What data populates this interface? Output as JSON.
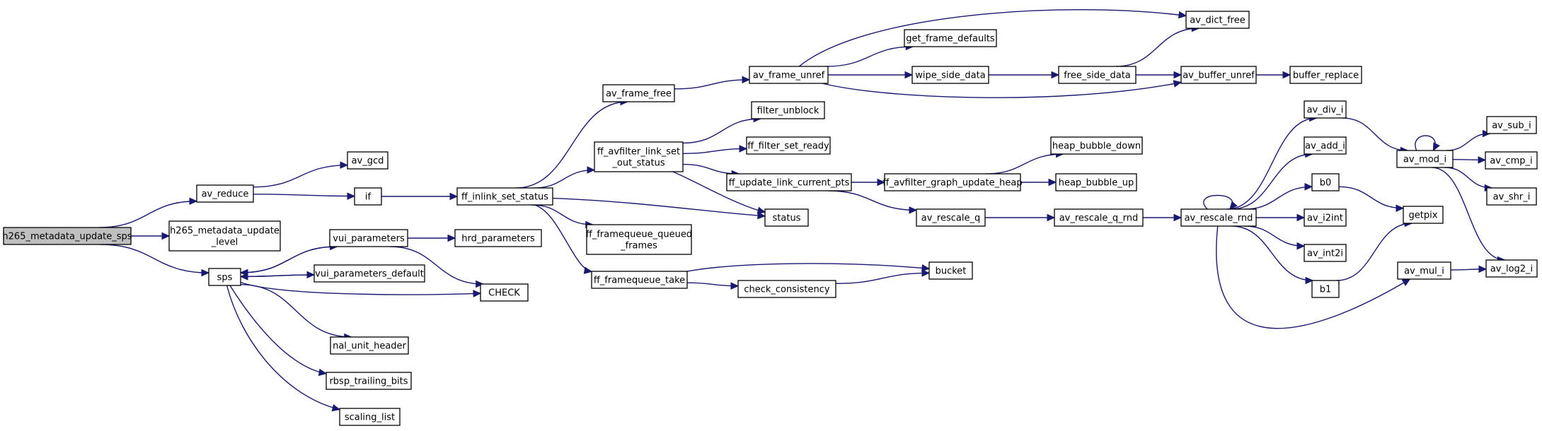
{
  "graph": {
    "nodes": [
      {
        "id": "root",
        "lines": [
          "h265_metadata_update_sps"
        ],
        "root": true
      },
      {
        "id": "av_reduce",
        "lines": [
          "av_reduce"
        ]
      },
      {
        "id": "h265_level",
        "lines": [
          "h265_metadata_update",
          "_level"
        ]
      },
      {
        "id": "sps",
        "lines": [
          "sps"
        ]
      },
      {
        "id": "av_gcd",
        "lines": [
          "av_gcd"
        ]
      },
      {
        "id": "if",
        "lines": [
          "if"
        ]
      },
      {
        "id": "vui_parameters",
        "lines": [
          "vui_parameters"
        ]
      },
      {
        "id": "vui_parameters_default",
        "lines": [
          "vui_parameters_default"
        ]
      },
      {
        "id": "hrd_parameters",
        "lines": [
          "hrd_parameters"
        ]
      },
      {
        "id": "CHECK",
        "lines": [
          "CHECK"
        ]
      },
      {
        "id": "nal_unit_header",
        "lines": [
          "nal_unit_header"
        ]
      },
      {
        "id": "rbsp_trailing_bits",
        "lines": [
          "rbsp_trailing_bits"
        ]
      },
      {
        "id": "scaling_list",
        "lines": [
          "scaling_list"
        ]
      },
      {
        "id": "ff_inlink_set_status",
        "lines": [
          "ff_inlink_set_status"
        ]
      },
      {
        "id": "av_frame_free",
        "lines": [
          "av_frame_free"
        ]
      },
      {
        "id": "ff_avfilter_link_set_out_status",
        "lines": [
          "ff_avfilter_link_set",
          "_out_status"
        ]
      },
      {
        "id": "ff_framequeue_queued_frames",
        "lines": [
          "ff_framequeue_queued",
          "_frames"
        ]
      },
      {
        "id": "ff_framequeue_take",
        "lines": [
          "ff_framequeue_take"
        ]
      },
      {
        "id": "av_frame_unref",
        "lines": [
          "av_frame_unref"
        ]
      },
      {
        "id": "filter_unblock",
        "lines": [
          "filter_unblock"
        ]
      },
      {
        "id": "ff_filter_set_ready",
        "lines": [
          "ff_filter_set_ready"
        ]
      },
      {
        "id": "ff_update_link_current_pts",
        "lines": [
          "ff_update_link_current_pts"
        ]
      },
      {
        "id": "status",
        "lines": [
          "status"
        ]
      },
      {
        "id": "check_consistency",
        "lines": [
          "check_consistency"
        ]
      },
      {
        "id": "bucket",
        "lines": [
          "bucket"
        ]
      },
      {
        "id": "get_frame_defaults",
        "lines": [
          "get_frame_defaults"
        ]
      },
      {
        "id": "wipe_side_data",
        "lines": [
          "wipe_side_data"
        ]
      },
      {
        "id": "free_side_data",
        "lines": [
          "free_side_data"
        ]
      },
      {
        "id": "av_dict_free",
        "lines": [
          "av_dict_free"
        ]
      },
      {
        "id": "av_buffer_unref",
        "lines": [
          "av_buffer_unref"
        ]
      },
      {
        "id": "buffer_replace",
        "lines": [
          "buffer_replace"
        ]
      },
      {
        "id": "ff_avfilter_graph_update_heap",
        "lines": [
          "ff_avfilter_graph_update_heap"
        ]
      },
      {
        "id": "heap_bubble_down",
        "lines": [
          "heap_bubble_down"
        ]
      },
      {
        "id": "heap_bubble_up",
        "lines": [
          "heap_bubble_up"
        ]
      },
      {
        "id": "av_rescale_q",
        "lines": [
          "av_rescale_q"
        ]
      },
      {
        "id": "av_rescale_q_rnd",
        "lines": [
          "av_rescale_q_rnd"
        ]
      },
      {
        "id": "av_rescale_rnd",
        "lines": [
          "av_rescale_rnd"
        ]
      },
      {
        "id": "av_div_i",
        "lines": [
          "av_div_i"
        ]
      },
      {
        "id": "av_add_i",
        "lines": [
          "av_add_i"
        ]
      },
      {
        "id": "b0",
        "lines": [
          "b0"
        ]
      },
      {
        "id": "av_i2int",
        "lines": [
          "av_i2int"
        ]
      },
      {
        "id": "av_int2i",
        "lines": [
          "av_int2i"
        ]
      },
      {
        "id": "b1",
        "lines": [
          "b1"
        ]
      },
      {
        "id": "av_mod_i",
        "lines": [
          "av_mod_i"
        ]
      },
      {
        "id": "getpix",
        "lines": [
          "getpix"
        ]
      },
      {
        "id": "av_mul_i",
        "lines": [
          "av_mul_i"
        ]
      },
      {
        "id": "av_sub_i",
        "lines": [
          "av_sub_i"
        ]
      },
      {
        "id": "av_cmp_i",
        "lines": [
          "av_cmp_i"
        ]
      },
      {
        "id": "av_shr_i",
        "lines": [
          "av_shr_i"
        ]
      },
      {
        "id": "av_log2_i",
        "lines": [
          "av_log2_i"
        ]
      }
    ],
    "edges": [
      [
        "root",
        "av_reduce"
      ],
      [
        "root",
        "h265_level"
      ],
      [
        "root",
        "sps"
      ],
      [
        "av_reduce",
        "av_gcd"
      ],
      [
        "av_reduce",
        "if"
      ],
      [
        "if",
        "ff_inlink_set_status"
      ],
      [
        "sps",
        "vui_parameters"
      ],
      [
        "sps",
        "vui_parameters_default"
      ],
      [
        "sps",
        "CHECK"
      ],
      [
        "sps",
        "nal_unit_header"
      ],
      [
        "sps",
        "rbsp_trailing_bits"
      ],
      [
        "sps",
        "scaling_list"
      ],
      [
        "vui_parameters",
        "sps"
      ],
      [
        "vui_parameters",
        "hrd_parameters"
      ],
      [
        "vui_parameters",
        "CHECK"
      ],
      [
        "vui_parameters_default",
        "sps"
      ],
      [
        "ff_inlink_set_status",
        "av_frame_free"
      ],
      [
        "ff_inlink_set_status",
        "ff_avfilter_link_set_out_status"
      ],
      [
        "ff_inlink_set_status",
        "ff_framequeue_queued_frames"
      ],
      [
        "ff_inlink_set_status",
        "ff_framequeue_take"
      ],
      [
        "ff_inlink_set_status",
        "status"
      ],
      [
        "av_frame_free",
        "av_frame_unref"
      ],
      [
        "ff_avfilter_link_set_out_status",
        "filter_unblock"
      ],
      [
        "ff_avfilter_link_set_out_status",
        "ff_filter_set_ready"
      ],
      [
        "ff_avfilter_link_set_out_status",
        "ff_update_link_current_pts"
      ],
      [
        "ff_avfilter_link_set_out_status",
        "status"
      ],
      [
        "ff_framequeue_take",
        "check_consistency"
      ],
      [
        "ff_framequeue_take",
        "bucket"
      ],
      [
        "check_consistency",
        "bucket"
      ],
      [
        "av_frame_unref",
        "get_frame_defaults"
      ],
      [
        "av_frame_unref",
        "wipe_side_data"
      ],
      [
        "av_frame_unref",
        "av_dict_free"
      ],
      [
        "av_frame_unref",
        "av_buffer_unref"
      ],
      [
        "wipe_side_data",
        "free_side_data"
      ],
      [
        "free_side_data",
        "av_dict_free"
      ],
      [
        "free_side_data",
        "av_buffer_unref"
      ],
      [
        "av_buffer_unref",
        "buffer_replace"
      ],
      [
        "ff_update_link_current_pts",
        "ff_avfilter_graph_update_heap"
      ],
      [
        "ff_update_link_current_pts",
        "av_rescale_q"
      ],
      [
        "ff_avfilter_graph_update_heap",
        "heap_bubble_down"
      ],
      [
        "ff_avfilter_graph_update_heap",
        "heap_bubble_up"
      ],
      [
        "av_rescale_q",
        "av_rescale_q_rnd"
      ],
      [
        "av_rescale_q_rnd",
        "av_rescale_rnd"
      ],
      [
        "av_rescale_rnd",
        "av_rescale_rnd"
      ],
      [
        "av_rescale_rnd",
        "av_div_i"
      ],
      [
        "av_rescale_rnd",
        "av_add_i"
      ],
      [
        "av_rescale_rnd",
        "b0"
      ],
      [
        "av_rescale_rnd",
        "av_i2int"
      ],
      [
        "av_rescale_rnd",
        "av_int2i"
      ],
      [
        "av_rescale_rnd",
        "b1"
      ],
      [
        "av_rescale_rnd",
        "av_mul_i"
      ],
      [
        "av_div_i",
        "av_mod_i"
      ],
      [
        "b0",
        "getpix"
      ],
      [
        "b1",
        "getpix"
      ],
      [
        "av_mul_i",
        "av_log2_i"
      ],
      [
        "av_mod_i",
        "av_mod_i"
      ],
      [
        "av_mod_i",
        "av_sub_i"
      ],
      [
        "av_mod_i",
        "av_cmp_i"
      ],
      [
        "av_mod_i",
        "av_shr_i"
      ],
      [
        "av_mod_i",
        "av_log2_i"
      ]
    ]
  },
  "colors": {
    "edge": "#191970",
    "root_fill": "#bfbfbf",
    "node_fill": "#ffffff",
    "border": "#000000"
  }
}
